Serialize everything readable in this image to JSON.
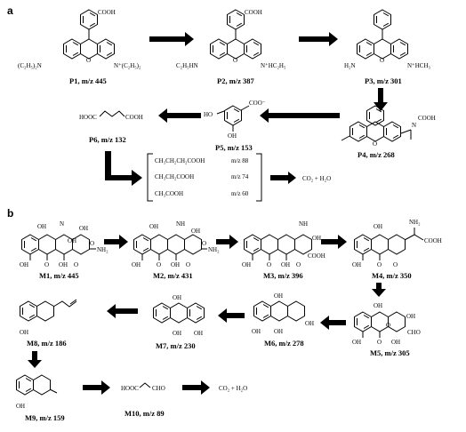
{
  "panels": {
    "a": "a",
    "b": "b"
  },
  "pathway_a": {
    "P1": {
      "label": "P1, m/z 445",
      "groups": [
        "COOH",
        "(C₂H₅)₂N",
        "N⁺(C₂H₅)₂",
        "O"
      ]
    },
    "P2": {
      "label": "P2, m/z 387",
      "groups": [
        "COOH",
        "C₂H₅HN",
        "N⁺HC₂H₅",
        "O"
      ]
    },
    "P3": {
      "label": "P3, m/z 301",
      "groups": [
        "H₂N",
        "N⁺HCH₃",
        "O"
      ]
    },
    "P4": {
      "label": "P4, m/z 268",
      "groups": [
        "N",
        "COOH",
        "O"
      ]
    },
    "P5": {
      "label": "P5, m/z 153",
      "groups": [
        "COO⁻",
        "OH",
        "HO"
      ]
    },
    "P6": {
      "label": "P6, m/z 132",
      "groups": [
        "HOOC",
        "COOH"
      ]
    },
    "bracket": [
      {
        "formula": "CH₃CH₂CH₂COOH",
        "mz": "m/z 88"
      },
      {
        "formula": "CH₃CH₂COOH",
        "mz": "m/z 74"
      },
      {
        "formula": "CH₃COOH",
        "mz": "m/z 60"
      }
    ],
    "final": "CO₂ + H₂O"
  },
  "pathway_b": {
    "M1": {
      "label": "M1, m/z 445",
      "groups": [
        "OH",
        "N",
        "OH",
        "OH",
        "NH₂",
        "OH",
        "O",
        "OH",
        "O",
        "O"
      ]
    },
    "M2": {
      "label": "M2, m/z 431",
      "groups": [
        "OH",
        "NH",
        "OH",
        "NH₂",
        "OH",
        "O",
        "OH",
        "O",
        "O"
      ]
    },
    "M3": {
      "label": "M3, m/z 396",
      "groups": [
        "NH",
        "OH",
        "COOH",
        "OH",
        "O",
        "OH",
        "O"
      ]
    },
    "M4": {
      "label": "M4, m/z 350",
      "groups": [
        "OH",
        "NH₂",
        "COOH",
        "OH",
        "O",
        "O"
      ]
    },
    "M5": {
      "label": "M5, m/z 305",
      "groups": [
        "OH",
        "OH",
        "CHO",
        "OH",
        "O",
        "OH",
        "O"
      ]
    },
    "M6": {
      "label": "M6, m/z 278",
      "groups": [
        "OH",
        "OH",
        "OH",
        "OH"
      ]
    },
    "M7": {
      "label": "M7, m/z 230",
      "groups": [
        "OH",
        "OH",
        "OH"
      ]
    },
    "M8": {
      "label": "M8, m/z 186",
      "groups": [
        "OH"
      ]
    },
    "M9": {
      "label": "M9, m/z 159",
      "groups": [
        "OH"
      ]
    },
    "M10": {
      "label": "M10, m/z 89",
      "groups": [
        "HOOC",
        "CHO"
      ]
    },
    "final": "CO₂ + H₂O"
  }
}
